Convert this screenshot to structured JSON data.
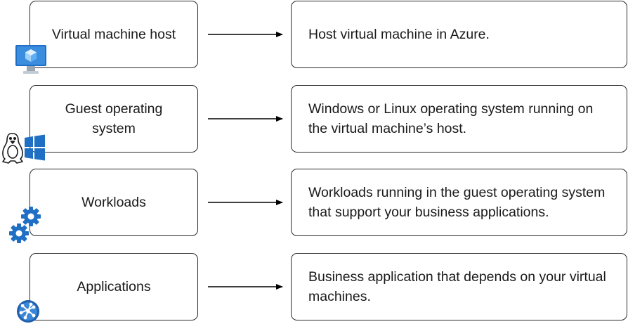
{
  "rows": [
    {
      "layer": "Virtual machine host",
      "description": "Host virtual machine in Azure.",
      "icon": "azure-vm-monitor-icon"
    },
    {
      "layer": "Guest operating system",
      "description": "Windows or Linux operating system running on the virtual machine’s host.",
      "icon": "linux-windows-icon"
    },
    {
      "layer": "Workloads",
      "description": "Workloads running in the guest operating system that support your business applications.",
      "icon": "gears-icon"
    },
    {
      "layer": "Applications",
      "description": "Business application that depends on your virtual machines.",
      "icon": "application-network-icon"
    }
  ],
  "colors": {
    "border": "#2b2b2b",
    "arrow": "#000000",
    "azure_blue": "#1f6fc5",
    "azure_light": "#5ea0ef"
  }
}
